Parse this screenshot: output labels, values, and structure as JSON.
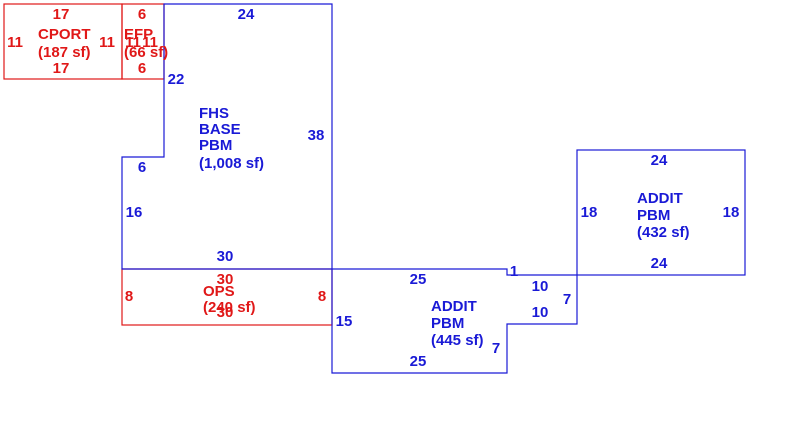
{
  "colors": {
    "main_area": "#1a1ad6",
    "porch_area": "#e01818"
  },
  "areas": {
    "cport": {
      "name": "CPORT",
      "sqft": "(187 sf)",
      "dims": {
        "top": "17",
        "bottom": "17",
        "left": "11",
        "right": "11"
      }
    },
    "efp": {
      "name": "EFP",
      "sqft": "(66 sf)",
      "dims": {
        "top": "6",
        "bottom": "6",
        "left": "11",
        "right": "11"
      }
    },
    "fhs_base": {
      "name_line1": "FHS",
      "name_line2": "BASE",
      "name_line3": "PBM",
      "sqft": "(1,008 sf)",
      "dims": {
        "top": "24",
        "right": "38",
        "notch_right": "22",
        "notch_top": "6",
        "left": "16",
        "bottom": "30"
      }
    },
    "ops": {
      "name": "OPS",
      "sqft": "(240 sf)",
      "dims": {
        "top": "30",
        "bottom": "30",
        "left": "8",
        "right": "8"
      }
    },
    "addit_lower": {
      "name_line1": "ADDIT",
      "name_line2": "PBM",
      "sqft": "(445 sf)",
      "dims": {
        "top": "25",
        "bottom": "25",
        "left": "15",
        "step": "1",
        "step_top": "10",
        "step_right": "7",
        "step_bottom": "10",
        "lower_right": "7"
      }
    },
    "addit_upper": {
      "name_line1": "ADDIT",
      "name_line2": "PBM",
      "sqft": "(432 sf)",
      "dims": {
        "top": "24",
        "bottom": "24",
        "left": "18",
        "right": "18"
      }
    }
  }
}
